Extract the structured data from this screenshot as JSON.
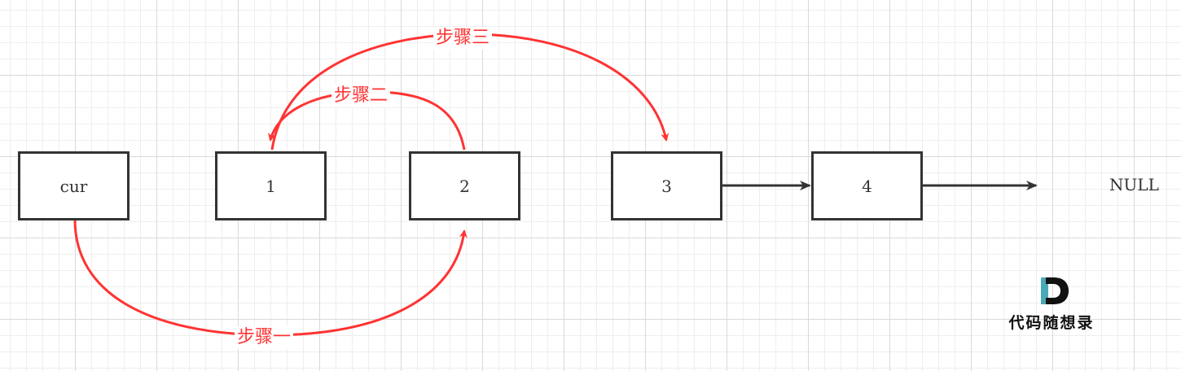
{
  "nodes": {
    "cur": "cur",
    "n1": "1",
    "n2": "2",
    "n3": "3",
    "n4": "4"
  },
  "null_label": "NULL",
  "steps": {
    "one": "步骤一",
    "two": "步骤二",
    "three": "步骤三"
  },
  "logo": {
    "letter": "D",
    "text": "代码随想录"
  },
  "colors": {
    "node_border": "#333333",
    "arrow_red": "#ff3333",
    "arrow_dark": "#333333",
    "logo_teal": "#4aa9b8"
  }
}
